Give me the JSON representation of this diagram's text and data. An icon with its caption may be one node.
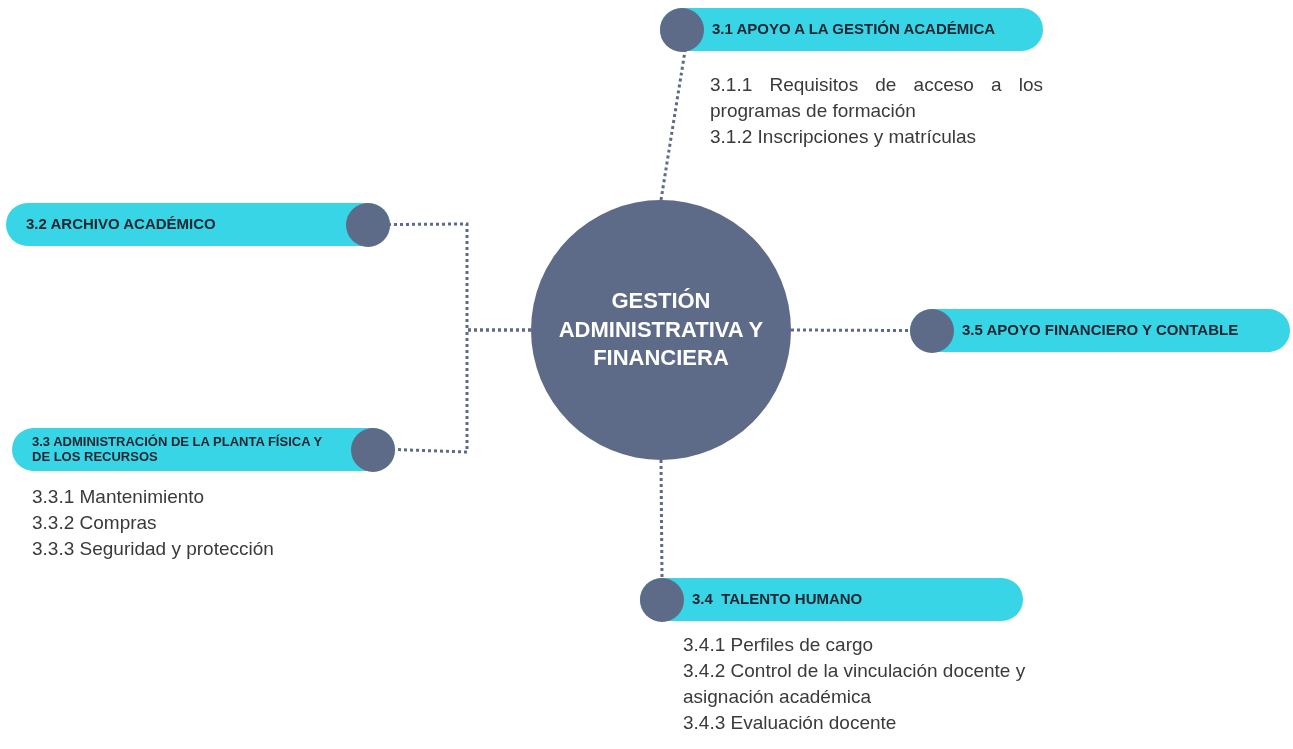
{
  "diagram": {
    "nodes": [
      {
        "text": [
          "GESTIÓN ADMINISTRATIVA Y FINANCIERA"
        ]
      },
      {
        "text": [
          "3.1 APOYO A LA GESTIÓN ACADÉMICA"
        ],
        "beside": [
          "3.1.1 Requisitos de acceso a los programas de formación",
          "3.1.2 Inscripciones y matrículas"
        ]
      },
      {
        "text": [
          "3.2 ARCHIVO ACADÉMICO"
        ]
      },
      {
        "text": [
          "3.5 APOYO FINANCIERO Y CONTABLE"
        ]
      },
      {
        "text": [
          "3.3 ADMINISTRACIÓN DE LA PLANTA FÍSICA Y DE LOS RECURSOS"
        ],
        "beside": [
          "3.3.1 Mantenimiento",
          "3.3.2 Compras",
          "3.3.3 Seguridad y protección"
        ]
      },
      {
        "text": [
          "3.4  TALENTO HUMANO"
        ],
        "beside": [
          "3.4.1 Perfiles de cargo",
          "3.4.2 Control de la vinculación docente y asignación académica",
          "3.4.3 Evaluación docente"
        ]
      }
    ],
    "edges": [
      {
        "from": 0,
        "to": 1,
        "arrow": "none"
      },
      {
        "from": 0,
        "to": 2,
        "arrow": "none"
      },
      {
        "from": 0,
        "to": 3,
        "arrow": "none"
      },
      {
        "from": 0,
        "to": 4,
        "arrow": "none"
      },
      {
        "from": 0,
        "to": 5,
        "arrow": "none"
      }
    ]
  }
}
